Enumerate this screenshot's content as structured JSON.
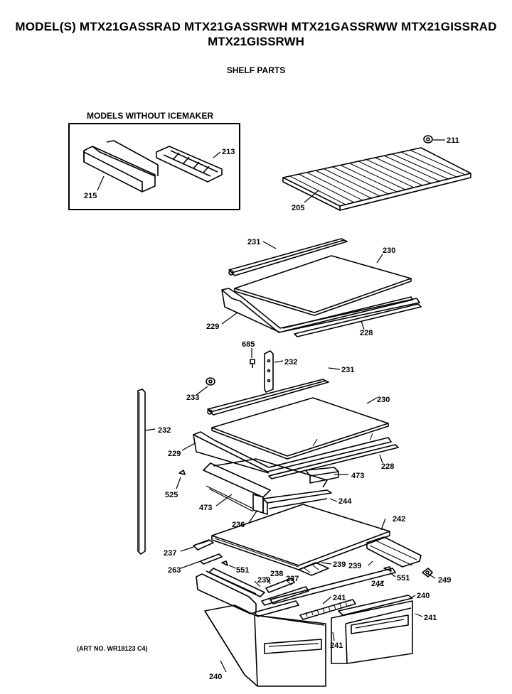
{
  "header": {
    "models_line1": "MODEL(S) MTX21GASSRAD  MTX21GASSRWH  MTX21GASSRWW  MTX21GISSRAD",
    "models_line2": "MTX21GISSRWH",
    "subtitle": "SHELF PARTS"
  },
  "inset": {
    "title": "MODELS WITHOUT ICEMAKER"
  },
  "art_number": "(ART NO. WR18123 C4)",
  "callouts": [
    "211",
    "213",
    "215",
    "205",
    "231",
    "230",
    "229",
    "228",
    "685",
    "232",
    "231",
    "233",
    "230",
    "232",
    "229",
    "228",
    "473",
    "525",
    "244",
    "473",
    "236",
    "242",
    "237",
    "239",
    "263",
    "551",
    "238",
    "239",
    "237",
    "551",
    "249",
    "239",
    "241",
    "241",
    "240",
    "241",
    "240",
    "241"
  ],
  "colors": {
    "ink": "#000000",
    "paper": "#ffffff"
  }
}
